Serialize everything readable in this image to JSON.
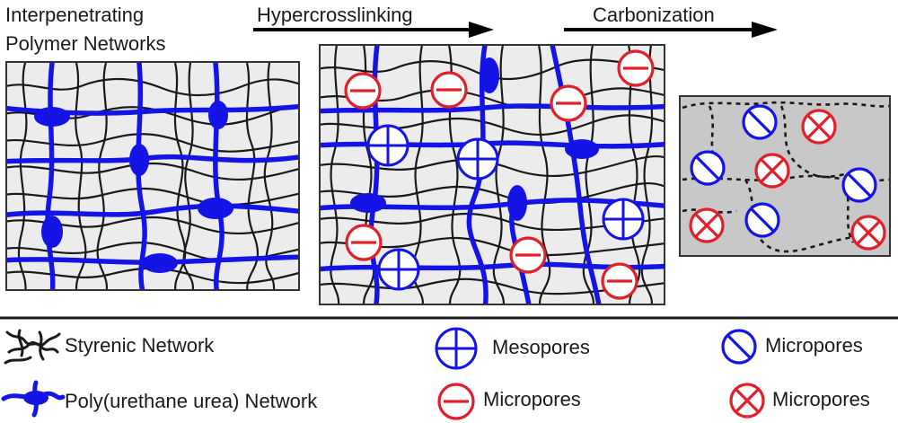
{
  "steps": {
    "step1_line1": "Interpenetrating",
    "step1_line2": "Polymer Networks",
    "step2": "Hypercrosslinking",
    "step3": "Carbonization"
  },
  "legend": {
    "styrenic": "Styrenic Network",
    "puu": "Poly(urethane urea) Network",
    "mesopores": "Mesopores",
    "micropores_red": "Micropores",
    "micropores_blue": "Micropores",
    "micropores_carbon": "Micropores"
  },
  "colors": {
    "blue": "#1414e6",
    "red": "#e0202a",
    "black": "#1a1a1a",
    "panel": "#ececec",
    "carbon": "#c8c8c8"
  },
  "icons": {
    "mesopore": "circle-plus-icon",
    "micropore_red": "circle-minus-icon",
    "micropore_blue": "circle-slash-icon",
    "micropore_carbon": "circle-x-icon"
  }
}
